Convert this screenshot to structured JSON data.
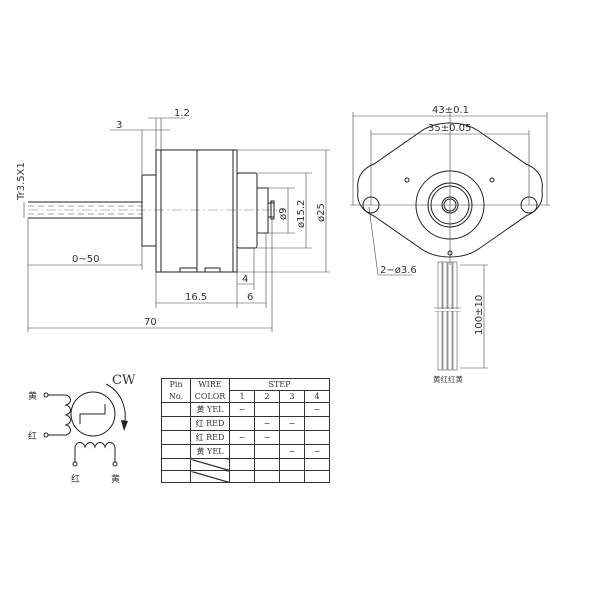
{
  "side_view": {
    "thread_label": "Tr3.5X1",
    "dims": {
      "d_3": "3",
      "d_1_2": "1.2",
      "d_0_50": "0~50",
      "d_16_5": "16.5",
      "d_4": "4",
      "d_6": "6",
      "d_70": "70",
      "phi9": "ø9",
      "phi15_2": "ø15.2",
      "phi25": "ø25"
    }
  },
  "front_view": {
    "dims": {
      "overall_width": "43±0.1",
      "hole_spacing": "35±0.05",
      "mount_holes": "2−ø3.6",
      "lead_length": "100±10"
    },
    "lead_colors_label": "黄红红黄"
  },
  "schematic": {
    "direction": "CW",
    "coil_a_top": "黄",
    "coil_a_bottom": "红",
    "coil_b_left": "红",
    "coil_b_right": "黄"
  },
  "step_table": {
    "header_pin": [
      "Pin",
      "No."
    ],
    "header_wire": [
      "WIRE",
      "COLOR"
    ],
    "header_step": "STEP",
    "steps": [
      "1",
      "2",
      "3",
      "4"
    ],
    "rows": [
      {
        "pin": "",
        "wire": "黄 YEL",
        "s": [
          "−",
          "",
          "",
          "−"
        ]
      },
      {
        "pin": "",
        "wire": "红 RED",
        "s": [
          "",
          "−",
          "−",
          ""
        ]
      },
      {
        "pin": "",
        "wire": "红 RED",
        "s": [
          "−",
          "−",
          "",
          ""
        ]
      },
      {
        "pin": "",
        "wire": "黄 YEL",
        "s": [
          "",
          "",
          "−",
          "−"
        ]
      },
      {
        "pin": "",
        "wire": "",
        "s": [
          "",
          "",
          "",
          ""
        ]
      },
      {
        "pin": "",
        "wire": "",
        "s": [
          "",
          "",
          "",
          ""
        ]
      }
    ]
  }
}
